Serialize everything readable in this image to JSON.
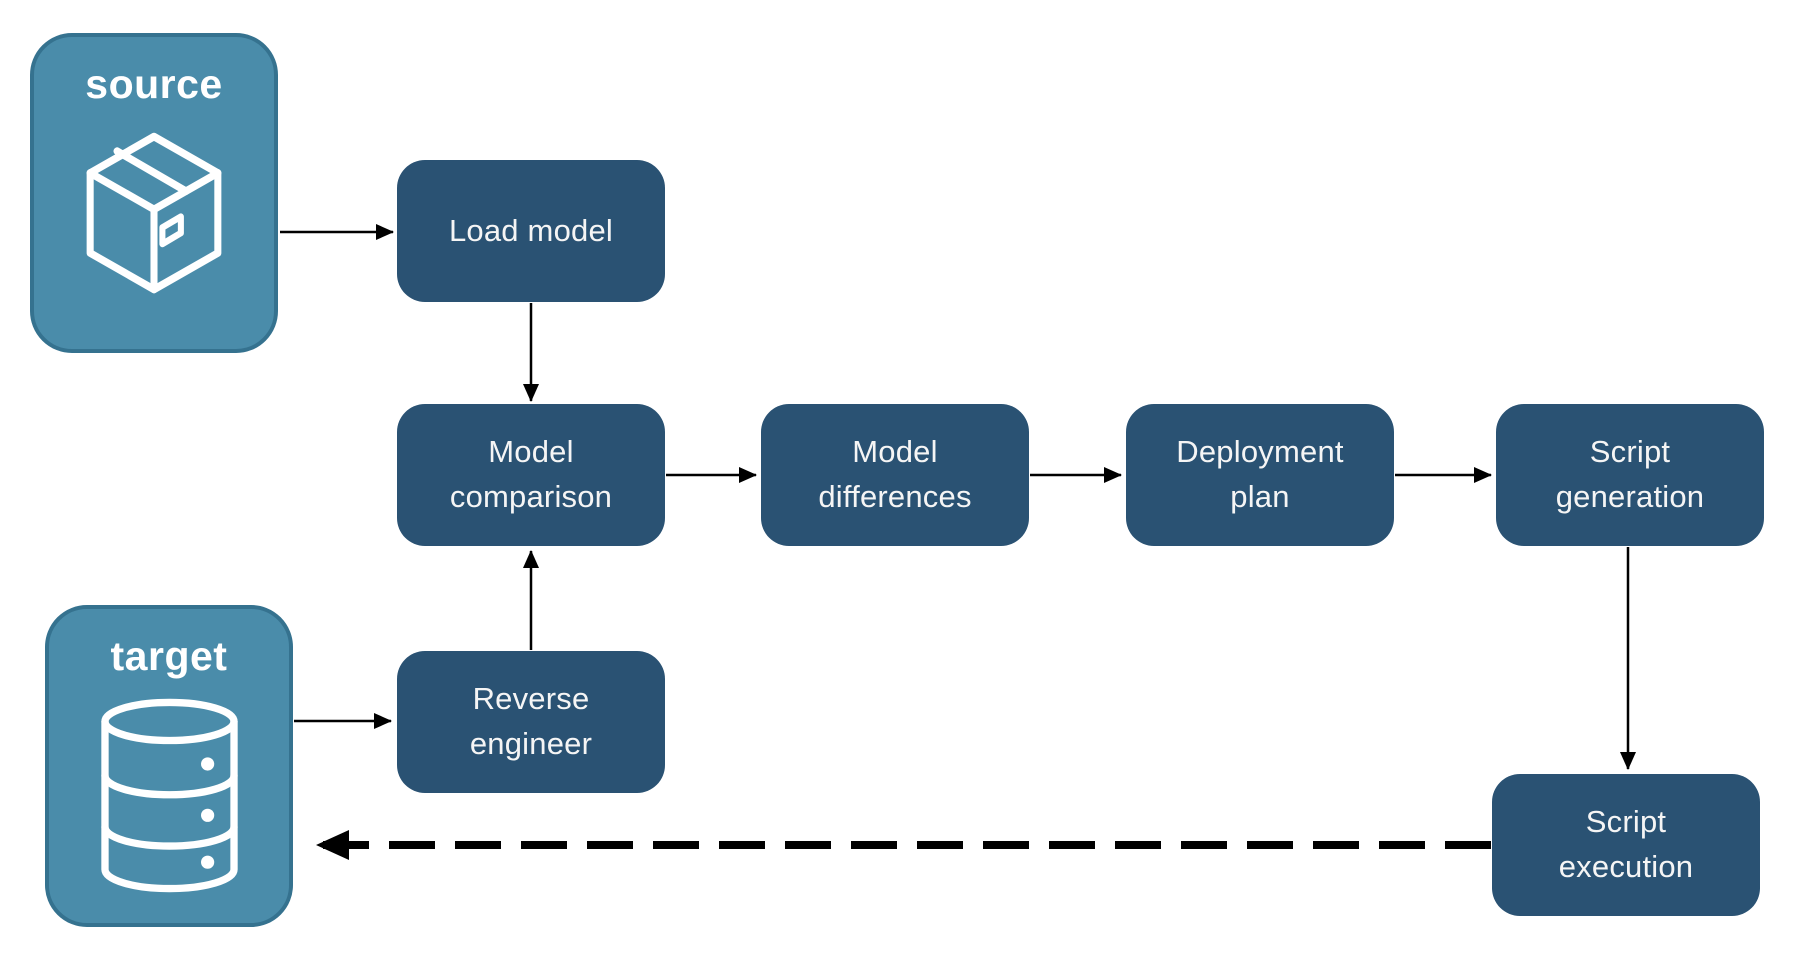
{
  "diagram": {
    "endpoints": {
      "source": {
        "label": "source",
        "icon": "package-icon"
      },
      "target": {
        "label": "target",
        "icon": "database-icon"
      }
    },
    "nodes": {
      "load_model": {
        "label": "Load model"
      },
      "model_comparison": {
        "label": "Model\ncomparison"
      },
      "model_differences": {
        "label": "Model\ndifferences"
      },
      "deployment_plan": {
        "label": "Deployment\nplan"
      },
      "script_generation": {
        "label": "Script\ngeneration"
      },
      "reverse_engineer": {
        "label": "Reverse\nengineer"
      },
      "script_execution": {
        "label": "Script\nexecution"
      }
    },
    "edges": [
      {
        "from": "source",
        "to": "load_model",
        "style": "solid"
      },
      {
        "from": "load_model",
        "to": "model_comparison",
        "style": "solid"
      },
      {
        "from": "model_comparison",
        "to": "model_differences",
        "style": "solid"
      },
      {
        "from": "model_differences",
        "to": "deployment_plan",
        "style": "solid"
      },
      {
        "from": "deployment_plan",
        "to": "script_generation",
        "style": "solid"
      },
      {
        "from": "script_generation",
        "to": "script_execution",
        "style": "solid"
      },
      {
        "from": "target",
        "to": "reverse_engineer",
        "style": "solid"
      },
      {
        "from": "reverse_engineer",
        "to": "model_comparison",
        "style": "solid"
      },
      {
        "from": "script_execution",
        "to": "target",
        "style": "dashed"
      }
    ],
    "colors": {
      "endpoint_fill": "#4A8CAA",
      "endpoint_border": "#35728F",
      "process_fill": "#2A5273",
      "text": "#FFFFFF",
      "arrow": "#000000",
      "background": "#FFFFFF"
    }
  }
}
